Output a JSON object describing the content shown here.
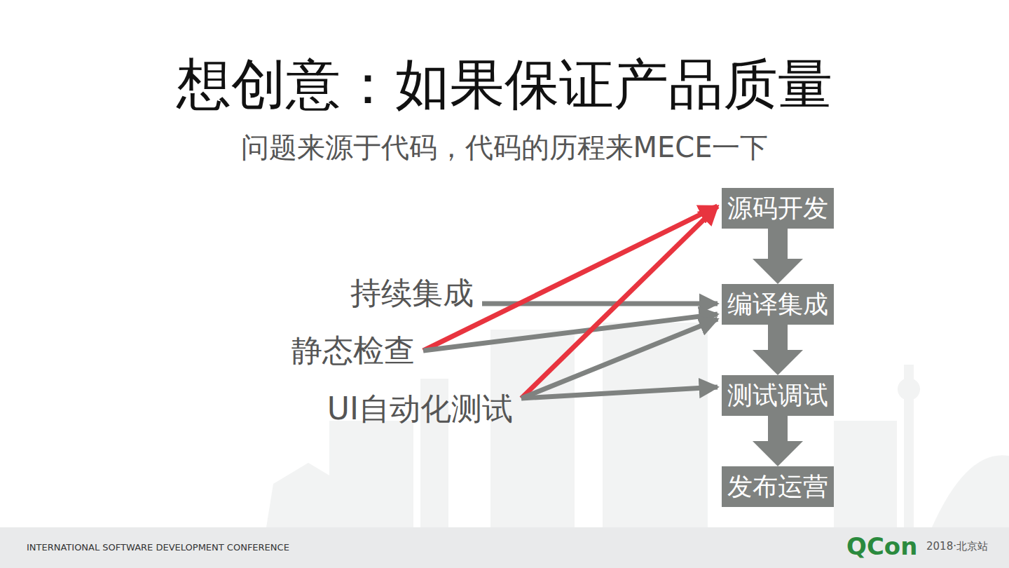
{
  "diagram": {
    "title": "想创意：如果保证产品质量",
    "caption": "问题来源于代码，代码的历程来MECE一下",
    "nodes": [
      {
        "text": [
          "源码开发"
        ]
      },
      {
        "text": [
          "编译集成"
        ]
      },
      {
        "text": [
          "测试调试"
        ]
      },
      {
        "text": [
          "发布运营"
        ]
      },
      {
        "text": [
          "持续集成"
        ]
      },
      {
        "text": [
          "静态检查"
        ]
      },
      {
        "text": [
          "UI自动化测试"
        ]
      }
    ],
    "edges": [
      {
        "from": 0,
        "to": 1,
        "arrow": "to"
      },
      {
        "from": 1,
        "to": 2,
        "arrow": "to"
      },
      {
        "from": 2,
        "to": 3,
        "arrow": "to"
      },
      {
        "from": 4,
        "to": 1,
        "arrow": "to"
      },
      {
        "from": 5,
        "to": 0,
        "arrow": "to"
      },
      {
        "from": 5,
        "to": 1,
        "arrow": "to"
      },
      {
        "from": 6,
        "to": 0,
        "arrow": "to"
      },
      {
        "from": 6,
        "to": 1,
        "arrow": "to"
      },
      {
        "from": 6,
        "to": 2,
        "arrow": "to"
      }
    ],
    "labels": [
      "INTERNATIONAL SOFTWARE DEVELOPMENT CONFERENCE",
      "QCon",
      "2018·北京站"
    ]
  }
}
